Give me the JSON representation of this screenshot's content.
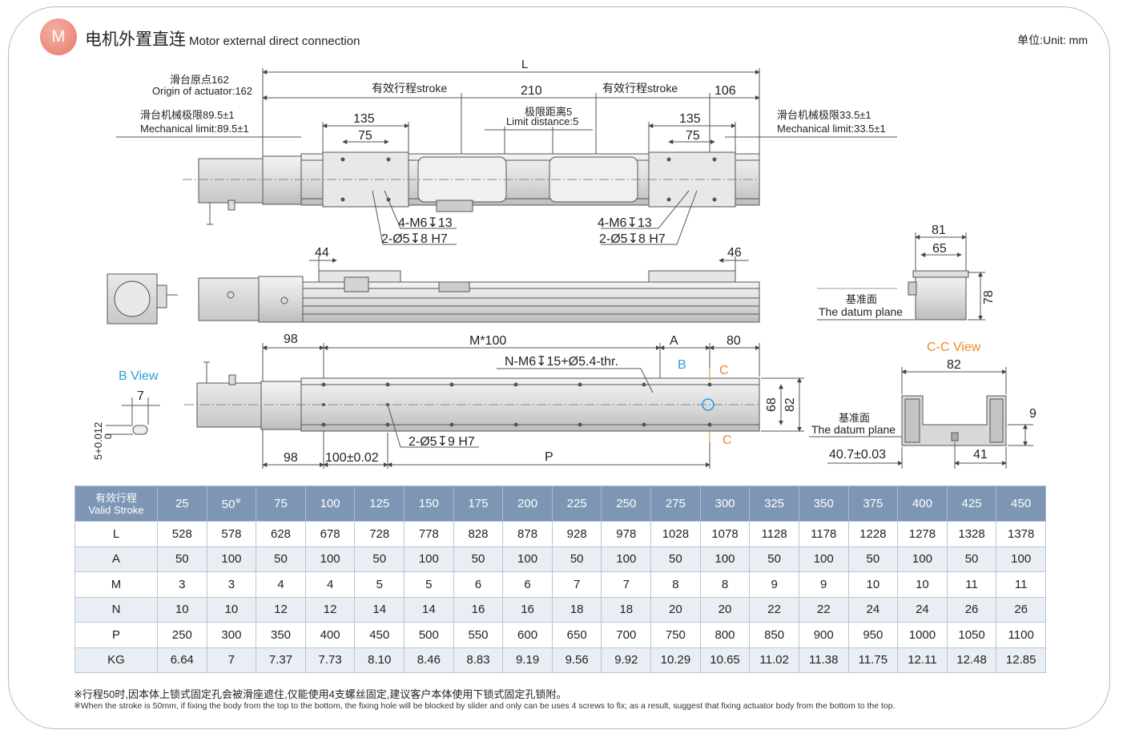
{
  "header": {
    "badge": "M",
    "title_cn": "电机外置直连",
    "title_en": "Motor  external direct connection",
    "unit": "单位:Unit: mm"
  },
  "drawing": {
    "top_view": {
      "L": "L",
      "origin_cn": "滑台原点162",
      "origin_en": "Origin of actuator:162",
      "stroke_left": "有效行程stroke",
      "dim_210": "210",
      "stroke_right": "有效行程stroke",
      "dim_106": "106",
      "mech_left_cn": "滑台机械极限89.5±1",
      "mech_left_en": "Mechanical limit:89.5±1",
      "dim_135_left": "135",
      "dim_75_left": "75",
      "limit_cn": "极限距离5",
      "limit_en": "Limit distance:5",
      "dim_135_right": "135",
      "dim_75_right": "75",
      "mech_right_cn": "滑台机械极限33.5±1",
      "mech_right_en": "Mechanical limit:33.5±1",
      "hole_m6_left": "4-M6↧13",
      "hole_d5_left": "2-Ø5↧8 H7",
      "hole_m6_right": "4-M6↧13",
      "hole_d5_right": "2-Ø5↧8 H7"
    },
    "side_view": {
      "dim_44": "44",
      "dim_46": "46"
    },
    "end_view": {
      "dim_81": "81",
      "dim_65": "65",
      "dim_78": "78",
      "datum_cn": "基准面",
      "datum_en": "The datum plane"
    },
    "bottom_view": {
      "dim_98_top": "98",
      "m100": "M*100",
      "A": "A",
      "dim_80": "80",
      "n_m6": "N-M6↧15+Ø5.4-thr.",
      "B": "B",
      "C_top": "C",
      "C_bottom": "C",
      "dim_68": "68",
      "dim_82_side": "82",
      "d5_9": "2-Ø5↧9 H7",
      "dim_98_bottom": "98",
      "dim_100": "100±0.02",
      "P": "P"
    },
    "b_view": {
      "title": "B View",
      "dim_7": "7",
      "tol": "5+0.012",
      "tol_zero": "0"
    },
    "cc_view": {
      "title": "C-C View",
      "dim_82": "82",
      "dim_9": "9",
      "datum_cn": "基准面",
      "datum_en": "The datum plane",
      "dim_407": "40.7±0.03",
      "dim_41": "41"
    },
    "colors": {
      "accent_blue": "#2a9fd8",
      "accent_orange": "#e88b2a",
      "badge": "#e8786a",
      "table_header": "#7c96b4"
    }
  },
  "table": {
    "corner_cn": "有效行程",
    "corner_en": "Valid Stroke",
    "strokes": [
      "25",
      "50",
      "75",
      "100",
      "125",
      "150",
      "175",
      "200",
      "225",
      "250",
      "275",
      "300",
      "325",
      "350",
      "375",
      "400",
      "425",
      "450"
    ],
    "stroke_mark": "※",
    "rows": [
      {
        "label": "L",
        "values": [
          "528",
          "578",
          "628",
          "678",
          "728",
          "778",
          "828",
          "878",
          "928",
          "978",
          "1028",
          "1078",
          "1128",
          "1178",
          "1228",
          "1278",
          "1328",
          "1378"
        ]
      },
      {
        "label": "A",
        "values": [
          "50",
          "100",
          "50",
          "100",
          "50",
          "100",
          "50",
          "100",
          "50",
          "100",
          "50",
          "100",
          "50",
          "100",
          "50",
          "100",
          "50",
          "100"
        ]
      },
      {
        "label": "M",
        "values": [
          "3",
          "3",
          "4",
          "4",
          "5",
          "5",
          "6",
          "6",
          "7",
          "7",
          "8",
          "8",
          "9",
          "9",
          "10",
          "10",
          "11",
          "11"
        ]
      },
      {
        "label": "N",
        "values": [
          "10",
          "10",
          "12",
          "12",
          "14",
          "14",
          "16",
          "16",
          "18",
          "18",
          "20",
          "20",
          "22",
          "22",
          "24",
          "24",
          "26",
          "26"
        ]
      },
      {
        "label": "P",
        "values": [
          "250",
          "300",
          "350",
          "400",
          "450",
          "500",
          "550",
          "600",
          "650",
          "700",
          "750",
          "800",
          "850",
          "900",
          "950",
          "1000",
          "1050",
          "1100"
        ]
      },
      {
        "label": "KG",
        "values": [
          "6.64",
          "7",
          "7.37",
          "7.73",
          "8.10",
          "8.46",
          "8.83",
          "9.19",
          "9.56",
          "9.92",
          "10.29",
          "10.65",
          "11.02",
          "11.38",
          "11.75",
          "12.11",
          "12.48",
          "12.85"
        ]
      }
    ]
  },
  "notes": {
    "cn": "※行程50时,因本体上锁式固定孔会被滑座遮住,仅能使用4支螺丝固定,建议客户本体使用下锁式固定孔锁附。",
    "en": "※When the stroke is 50mm, if fixing the body from the top to the bottom, the fixing hole will be blocked by slider and only can be uses 4 screws to fix; as a result, suggest that fixing actuator body from the bottom to the top."
  }
}
